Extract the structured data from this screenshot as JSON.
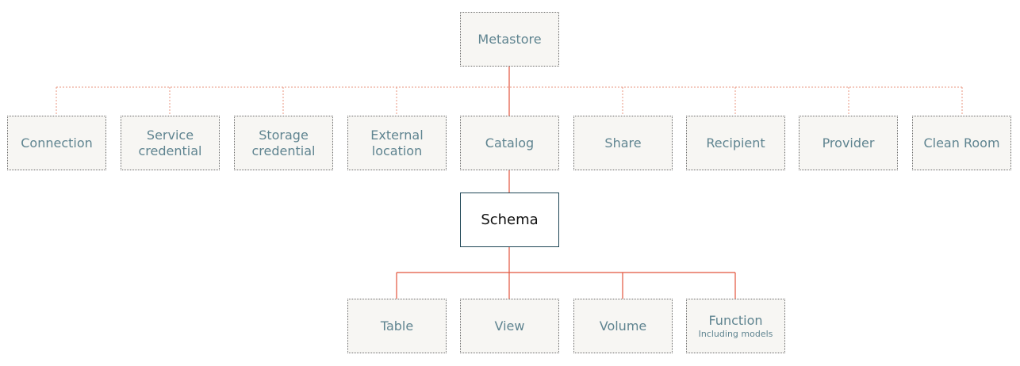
{
  "colors": {
    "connector": "#e2543c",
    "node_fill": "#f7f6f3",
    "node_text": "#5f8490",
    "focus_border": "#1f4656"
  },
  "nodes": {
    "metastore": "Metastore",
    "connection": "Connection",
    "service_credential": [
      "Service",
      "credential"
    ],
    "storage_credential": [
      "Storage",
      "credential"
    ],
    "external_location": [
      "External",
      "location"
    ],
    "catalog": "Catalog",
    "share": "Share",
    "recipient": "Recipient",
    "provider": "Provider",
    "clean_room": "Clean Room",
    "schema": "Schema",
    "table": "Table",
    "view": "View",
    "volume": "Volume",
    "function": "Function",
    "function_note": "Including models"
  }
}
